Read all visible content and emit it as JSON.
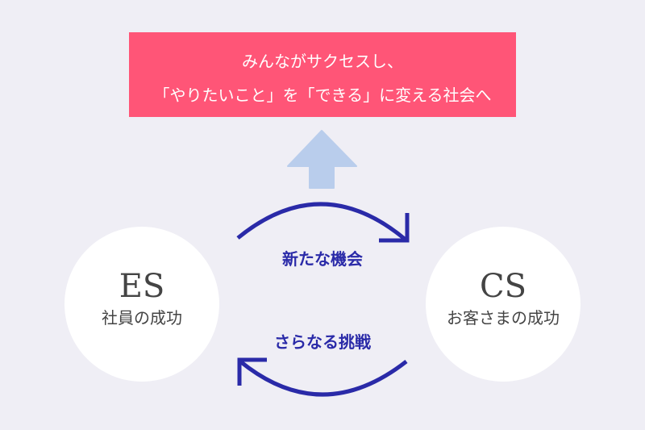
{
  "banner": {
    "line1": "みんながサクセスし、",
    "line2": "「やりたいこと」を「できる」に変える社会へ"
  },
  "colors": {
    "background": "#efeef5",
    "banner": "#ff5577",
    "up_arrow": "#b9cdec",
    "cycle": "#2a2aa8"
  },
  "left_circle": {
    "title": "ES",
    "subtitle": "社員の成功"
  },
  "right_circle": {
    "title": "CS",
    "subtitle": "お客さまの成功"
  },
  "cycle": {
    "top_label": "新たな機会",
    "bottom_label": "さらなる挑戦"
  }
}
